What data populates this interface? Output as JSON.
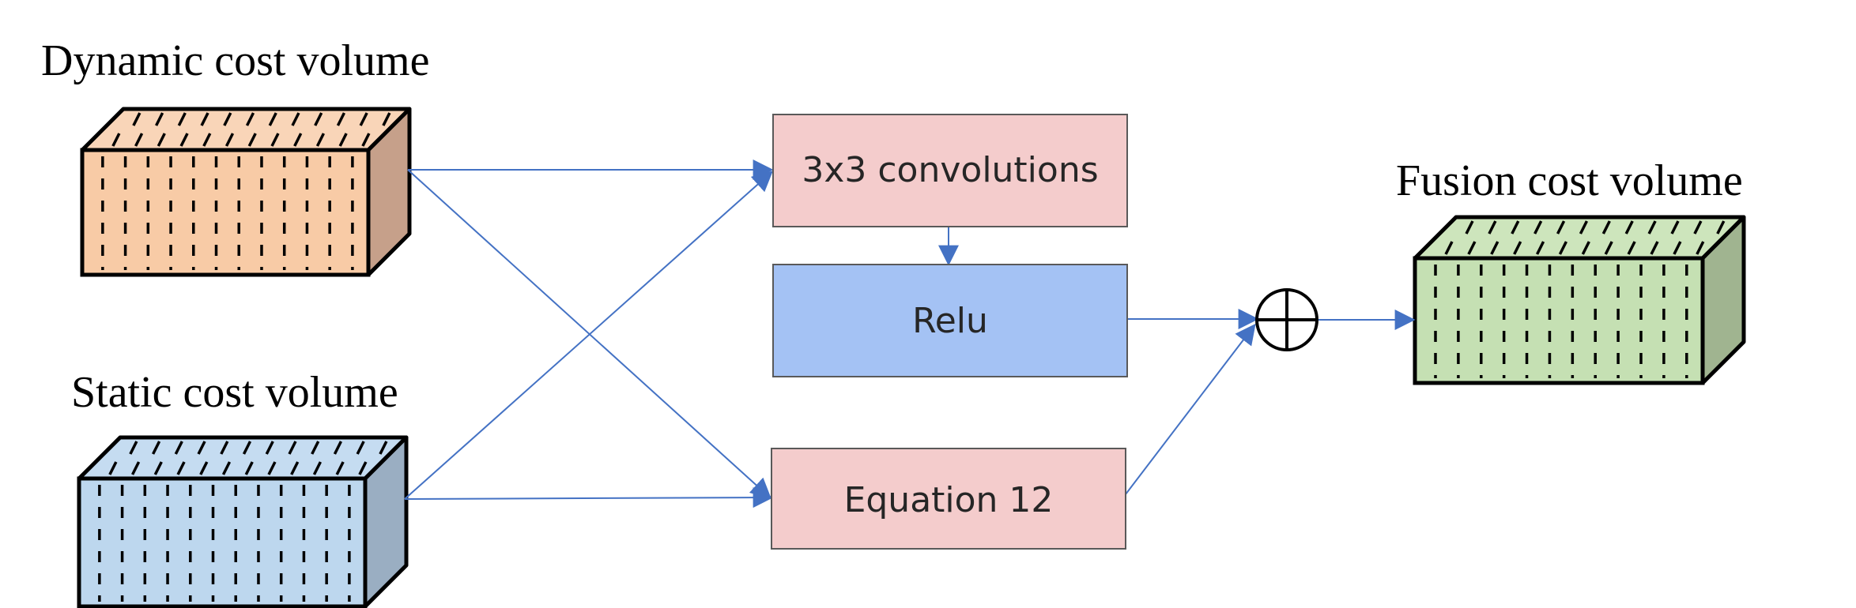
{
  "volumes": {
    "dynamic": {
      "label": "Dynamic cost volume",
      "front": "#f8cba6",
      "top": "#f9d5b8",
      "side": "#c6a08a"
    },
    "static": {
      "label": "Static cost volume",
      "front": "#bdd7ee",
      "top": "#c5dcf1",
      "side": "#9aaec2"
    },
    "fusion": {
      "label": "Fusion cost volume",
      "front": "#c5e0b3",
      "top": "#cde5bc",
      "side": "#a0b490"
    }
  },
  "blocks": {
    "conv": {
      "label": "3x3 convolutions",
      "fill": "#f4cccc"
    },
    "relu": {
      "label": "Relu",
      "fill": "#a4c2f4"
    },
    "equation": {
      "label": "Equation 12",
      "fill": "#f4cccc"
    }
  },
  "operator": {
    "symbol": "⊕",
    "name": "element-wise-sum"
  },
  "colors": {
    "arrow": "#4472c4",
    "outline": "#000000"
  }
}
